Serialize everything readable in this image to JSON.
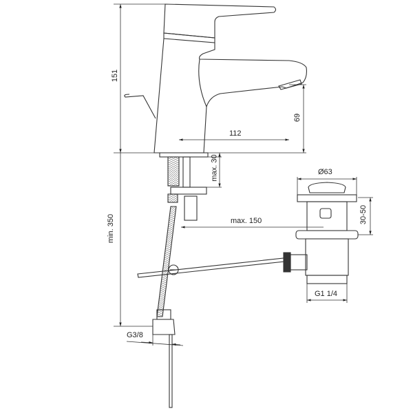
{
  "drawing": {
    "type": "technical-dimension-drawing",
    "subject": "basin mixer tap with pop-up waste",
    "dimensions": {
      "total_height": "151",
      "spout_height": "69",
      "spout_reach": "112",
      "max_deck_thickness": "max. 30",
      "min_supply_length": "min. 350",
      "max_waste_rod_distance": "max. 150",
      "waste_diameter": "Ø63",
      "waste_deck_thickness": "30-50",
      "waste_thread": "G1 1/4",
      "supply_thread": "G3/8"
    },
    "line_color": "#333333",
    "background": "#ffffff"
  }
}
